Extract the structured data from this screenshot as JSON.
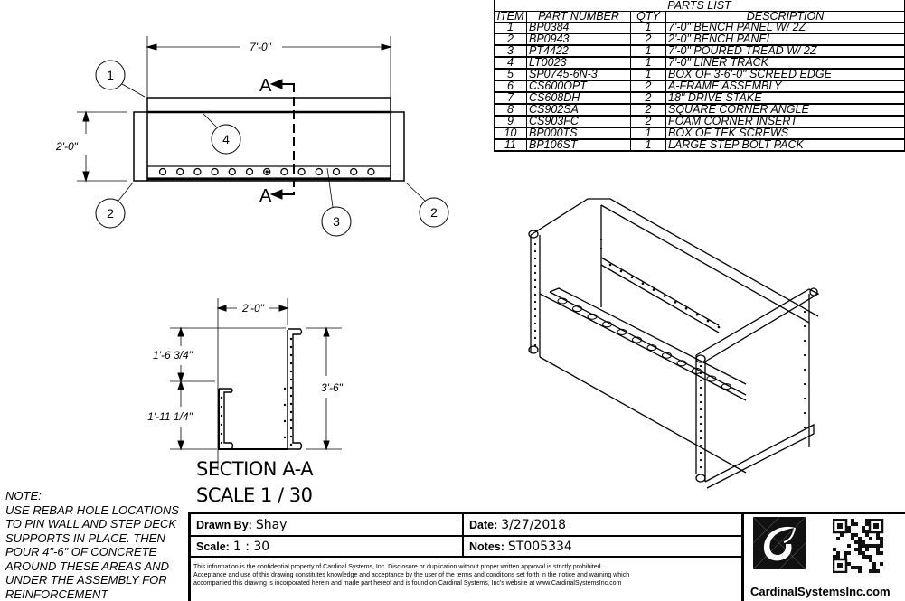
{
  "parts_list": {
    "title": "PARTS LIST",
    "headers": [
      "ITEM",
      "PART NUMBER",
      "QTY",
      "DESCRIPTION"
    ],
    "rows": [
      {
        "item": "1",
        "part_number": "BP0384",
        "qty": "1",
        "description": "7'-0\" BENCH PANEL W/ 2Z"
      },
      {
        "item": "2",
        "part_number": "BP0943",
        "qty": "2",
        "description": "2'-0\" BENCH PANEL"
      },
      {
        "item": "3",
        "part_number": "PT4422",
        "qty": "1",
        "description": "7'-0\" POURED TREAD W/ 2Z"
      },
      {
        "item": "4",
        "part_number": "LT0023",
        "qty": "1",
        "description": "7'-0\" LINER TRACK"
      },
      {
        "item": "5",
        "part_number": "SP0745-6N-3",
        "qty": "1",
        "description": "BOX OF 3-6'-0\" SCREED EDGE"
      },
      {
        "item": "6",
        "part_number": "CS600OPT",
        "qty": "2",
        "description": "A-FRAME ASSEMBLY"
      },
      {
        "item": "7",
        "part_number": "CS608DH",
        "qty": "2",
        "description": "18\" DRIVE STAKE"
      },
      {
        "item": "8",
        "part_number": "CS902SA",
        "qty": "2",
        "description": "SQUARE CORNER ANGLE"
      },
      {
        "item": "9",
        "part_number": "CS903FC",
        "qty": "2",
        "description": "FOAM CORNER INSERT"
      },
      {
        "item": "10",
        "part_number": "BP000TS",
        "qty": "1",
        "description": "BOX OF TEK SCREWS"
      },
      {
        "item": "11",
        "part_number": "BP106ST",
        "qty": "1",
        "description": "LARGE STEP BOLT PACK"
      }
    ]
  },
  "plan_view": {
    "width_dim": "7'-0\"",
    "depth_dim": "2'-0\"",
    "section_marker": "A",
    "balloons": [
      "1",
      "4",
      "2",
      "2",
      "3"
    ],
    "rebar_hole_count": 13
  },
  "section_view": {
    "width_dim": "2'-0\"",
    "upper_dim": "1'-6 3/4\"",
    "lower_dim": "1'-11 1/4\"",
    "height_dim": "3'-6\"",
    "title": "SECTION A-A",
    "scale": "SCALE 1 / 30"
  },
  "note": {
    "heading": "NOTE:",
    "lines": [
      "USE REBAR HOLE LOCATIONS",
      "TO PIN WALL AND STEP DECK",
      "SUPPORTS IN PLACE. THEN",
      "POUR 4\"-6\" OF CONCRETE",
      "AROUND THESE AREAS AND",
      "UNDER THE ASSEMBLY FOR",
      "REINFORCEMENT"
    ]
  },
  "title_block": {
    "drawn_by_label": "Drawn By:",
    "drawn_by": "Shay",
    "date_label": "Date:",
    "date": "3/27/2018",
    "scale_label": "Scale:",
    "scale": "1 : 30",
    "notes_label": "Notes:",
    "notes": "ST005334",
    "disclaimer_lines": [
      "This information is the confidential property of Cardinal Systems, Inc. Disclosure or duplication without proper written approval is strictly prohibited.",
      "Acceptance and use of this drawing constitutes knowledge and acceptance by the user of the terms and conditions set forth in the notice and warning which",
      "accompanied this drawing is incorporated herein and made part hereof and is found on Cardinal Systems, Inc's website at www.CardinalSystemsInc.com"
    ],
    "website": "CardinalSystemsInc.com"
  },
  "icons": {
    "logo": "cardinal-systems-logo-icon",
    "qr": "qr-code-icon"
  }
}
